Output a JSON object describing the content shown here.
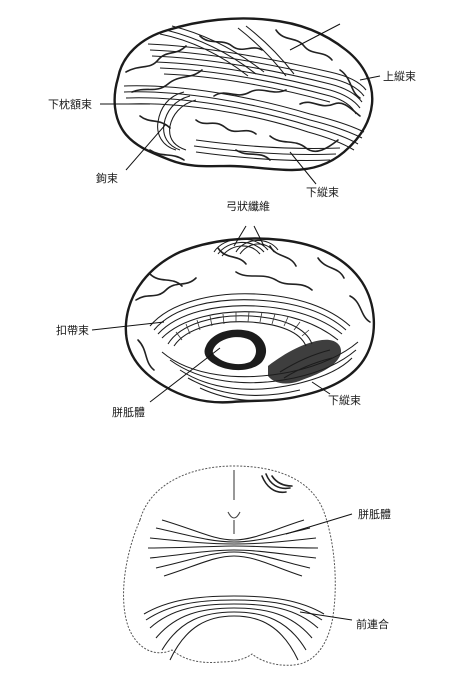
{
  "panel_lateral": {
    "label_inferior_occipitofrontal": "下枕額束",
    "label_superior_longitudinal": "上縱束",
    "label_uncinate": "鉤束",
    "label_inferior_longitudinal": "下縱束"
  },
  "panel_medial": {
    "label_arcuate": "弓狀纖維",
    "label_cingulum": "扣帶束",
    "label_corpus_callosum": "胼胝體",
    "label_inferior_longitudinal": "下縱束"
  },
  "panel_coronal": {
    "label_corpus_callosum": "胼胝體",
    "label_anterior_commissure": "前連合"
  }
}
